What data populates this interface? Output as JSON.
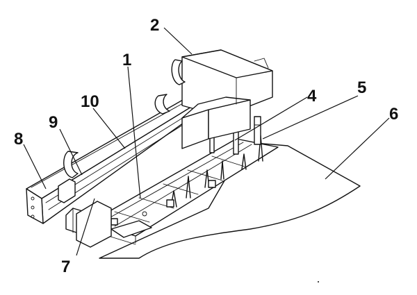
{
  "callouts": [
    {
      "id": "c1",
      "label": "1"
    },
    {
      "id": "c2",
      "label": "2"
    },
    {
      "id": "c4",
      "label": "4"
    },
    {
      "id": "c5",
      "label": "5"
    },
    {
      "id": "c6",
      "label": "6"
    },
    {
      "id": "c7",
      "label": "7"
    },
    {
      "id": "c8",
      "label": "8"
    },
    {
      "id": "c9",
      "label": "9"
    },
    {
      "id": "c10",
      "label": "10"
    }
  ]
}
